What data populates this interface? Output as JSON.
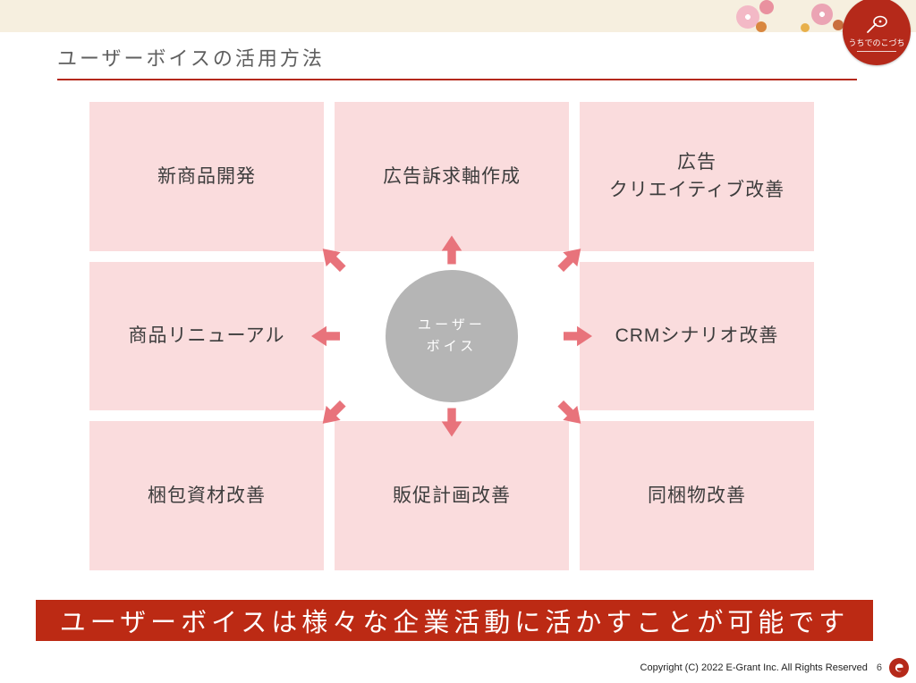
{
  "header": {
    "title": "ユーザーボイスの活用方法"
  },
  "logo": {
    "name": "うちでのこづち"
  },
  "diagram": {
    "center": {
      "lines": [
        "ユーザー",
        "ボイス"
      ]
    },
    "cells": [
      {
        "label": "新商品開発"
      },
      {
        "label": "広告訴求軸作成"
      },
      {
        "label": "広告\nクリエイティブ改善"
      },
      {
        "label": "商品リニューアル"
      },
      {
        "label": "CRMシナリオ改善"
      },
      {
        "label": "梱包資材改善"
      },
      {
        "label": "販促計画改善"
      },
      {
        "label": "同梱物改善"
      }
    ]
  },
  "banner": {
    "text": "ユーザーボイスは様々な企業活動に活かすことが可能です"
  },
  "footer": {
    "copyright": "Copyright (C) 2022 E-Grant Inc. All Rights Reserved",
    "page": "6"
  },
  "colors": {
    "accent": "#b5291a",
    "box-pink": "#fadcdd",
    "arrow": "#e8737b",
    "circle-gray": "#b5b5b5",
    "banner-red": "#bc2a14",
    "top-band": "#f6efdf",
    "title-text": "#5f5f5f"
  }
}
